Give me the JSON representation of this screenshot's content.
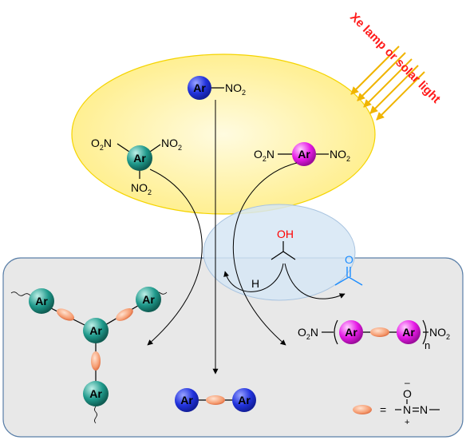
{
  "light_source": "Xe lamp or solar light",
  "molecules": {
    "ar": "Ar",
    "nitro": "NO",
    "nitro_sub": "2",
    "nitro_left": "O",
    "nitro_left_sub": "2",
    "nitro_left_tail": "N",
    "hydroxyl": "OH",
    "carbonyl": "O",
    "hydrogen": "H",
    "polymer_n": "n",
    "equals": "=",
    "azoxy_n": "N",
    "azoxy_o": "O",
    "minus": "–",
    "plus": "+"
  },
  "colors": {
    "ar_blue": "#2233dd",
    "ar_teal": "#1f9a8c",
    "ar_magenta": "#e619e6",
    "azoxy_link": "#f59a6e",
    "light_rays": "#f0b400",
    "light_text": "#ff1a1a",
    "oh_red": "#ff0000",
    "carbonyl_blue": "#1a8cff",
    "yellow_zone": "#fff3a0",
    "blue_zone": "#d6e6f5",
    "grey_zone": "#e8e8e8"
  }
}
